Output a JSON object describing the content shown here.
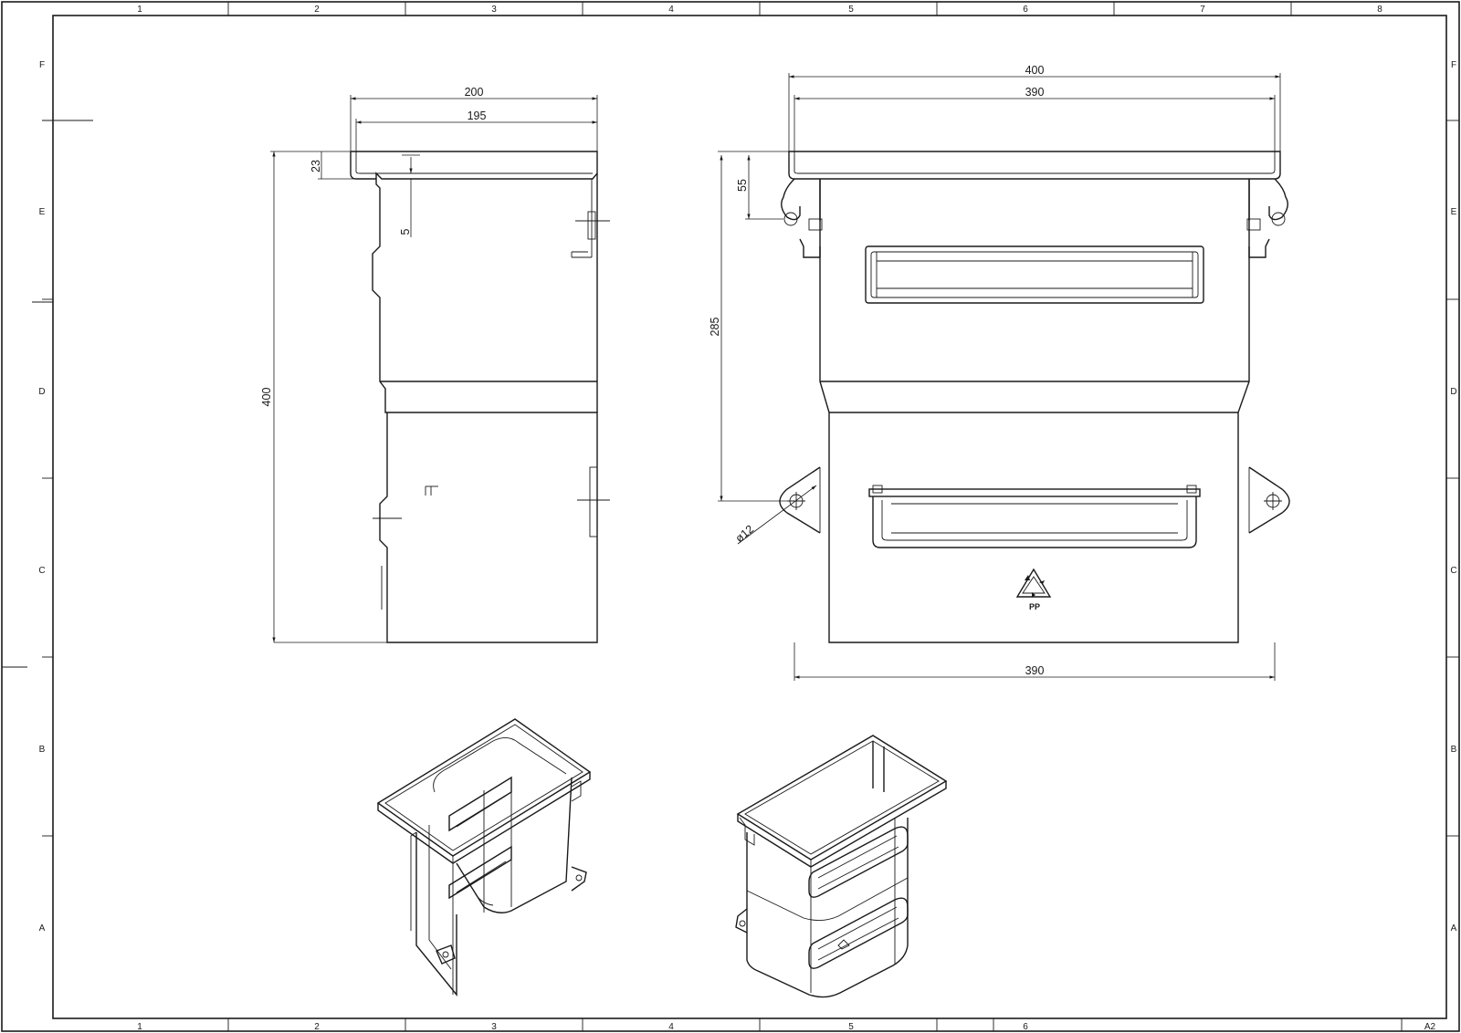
{
  "sheet": {
    "size_label": "A2",
    "col_labels_top": [
      "1",
      "2",
      "3",
      "4",
      "5",
      "6",
      "7",
      "8"
    ],
    "col_labels_bottom": [
      "1",
      "2",
      "3",
      "4",
      "5",
      "6"
    ],
    "row_labels": [
      "F",
      "E",
      "D",
      "C",
      "B",
      "A"
    ]
  },
  "side_view": {
    "dim_200": "200",
    "dim_195": "195",
    "dim_23": "23",
    "dim_5": "5",
    "dim_400": "400"
  },
  "front_view": {
    "dim_400": "400",
    "dim_390_top": "390",
    "dim_55": "55",
    "dim_285": "285",
    "dim_dia12": "ø12",
    "dim_390_bottom": "390",
    "recycle_icon": "recycle-triangle-icon",
    "material_code": "PP"
  },
  "iso_views": {
    "left": "isometric-view-rear",
    "right": "isometric-view-front"
  },
  "colors": {
    "line": "#1a1a1a",
    "paper": "#ffffff"
  }
}
